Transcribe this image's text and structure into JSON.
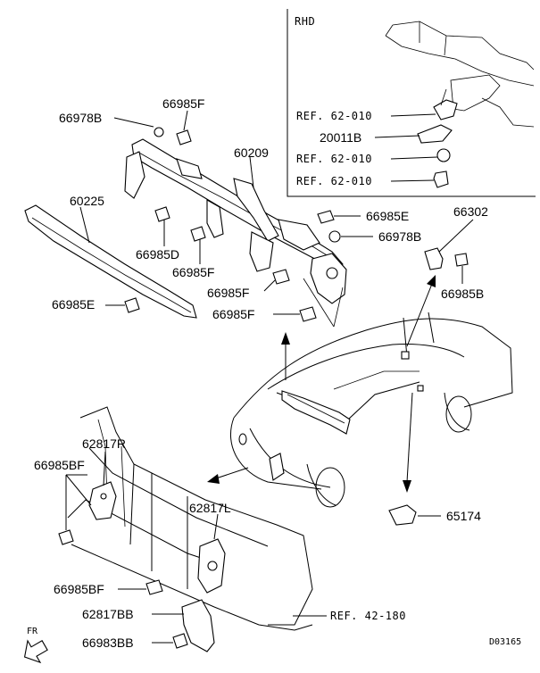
{
  "inset": {
    "title": "RHD",
    "ref_top": "REF. 62-010",
    "part_20011B": "20011B",
    "ref_mid": "REF. 62-010",
    "ref_bottom": "REF. 62-010"
  },
  "parts": {
    "p66978B_top": "66978B",
    "p66985F_top": "66985F",
    "p60209": "60209",
    "p60225": "60225",
    "p66985E_right": "66985E",
    "p66302": "66302",
    "p66978B_right": "66978B",
    "p66985D": "66985D",
    "p66985F_mid": "66985F",
    "p66985B": "66985B",
    "p66985E_left": "66985E",
    "p66985F_center": "66985F",
    "p66985F_low": "66985F",
    "p62817R": "62817R",
    "p66985BF_top": "66985BF",
    "p62817L": "62817L",
    "p65174": "65174",
    "p66985BF_bottom": "66985BF",
    "p62817BB": "62817BB",
    "ref_42_180": "REF. 42-180",
    "p66983BB": "66983BB"
  },
  "footer": {
    "fr_label": "FR",
    "drawing_code": "D03165"
  }
}
